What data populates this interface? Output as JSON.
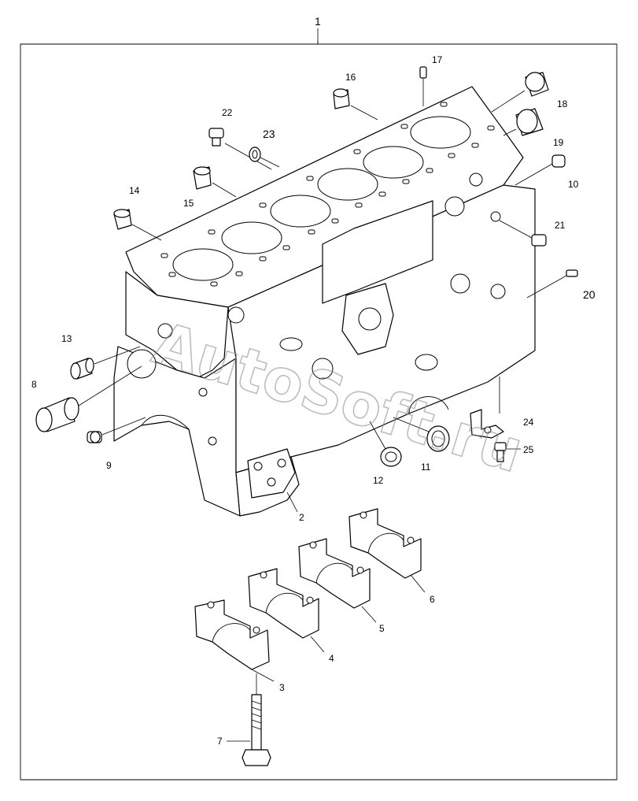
{
  "assembly_label": "1",
  "watermark": "AutoSoft.ru",
  "callouts": {
    "c2": "2",
    "c3": "3",
    "c4": "4",
    "c5": "5",
    "c6": "6",
    "c7": "7",
    "c8": "8",
    "c9": "9",
    "c10": "10",
    "c11": "11",
    "c12": "12",
    "c13": "13",
    "c14": "14",
    "c15": "15",
    "c16": "16",
    "c17": "17",
    "c18": "18",
    "c19": "19",
    "c20": "20",
    "c21": "21",
    "c22": "22",
    "c23": "23",
    "c24": "24",
    "c25": "25"
  }
}
